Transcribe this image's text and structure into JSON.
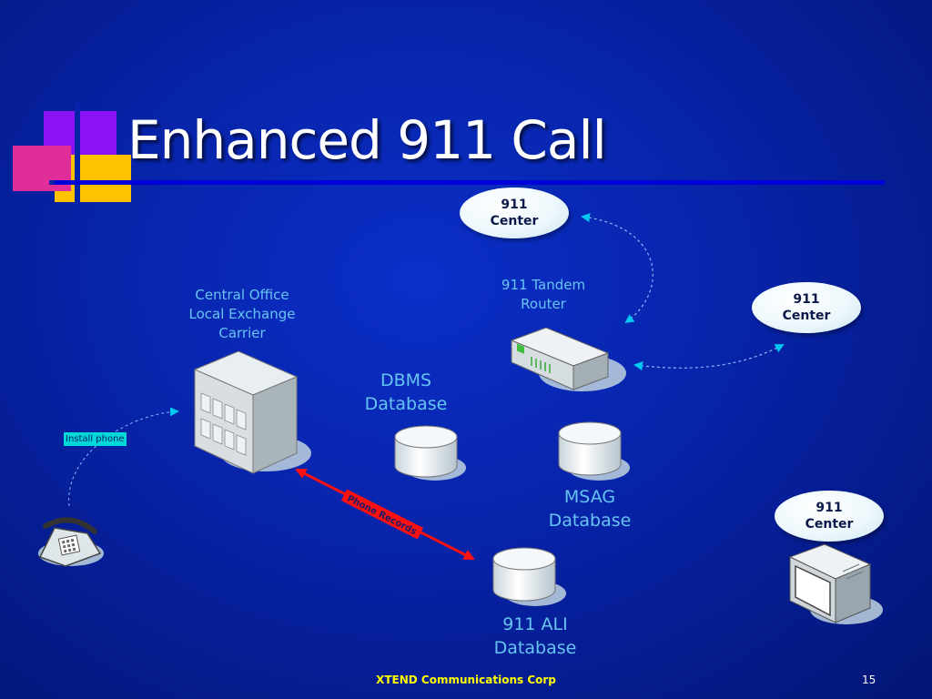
{
  "slide": {
    "title": "Enhanced 911 Call",
    "footer": "XTEND Communications Corp",
    "page_number": "15"
  },
  "diagram": {
    "centers": [
      {
        "line1": "911",
        "line2": "Center"
      },
      {
        "line1": "911",
        "line2": "Center"
      },
      {
        "line1": "911",
        "line2": "Center"
      }
    ],
    "tandem_router": [
      "911 Tandem",
      "Router"
    ],
    "central_office": [
      "Central Office",
      "Local Exchange",
      "Carrier"
    ],
    "dbms": [
      "DBMS",
      "Database"
    ],
    "msag": [
      "MSAG",
      "Database"
    ],
    "ali": [
      "911 ALI",
      "Database"
    ],
    "install_phone": "Install phone",
    "phone_records": "Phone Records"
  },
  "icons": [
    "phone-icon",
    "building-icon",
    "router-icon",
    "database-icon",
    "monitor-icon"
  ],
  "colors": {
    "title": "#ffffff",
    "label": "#67c4f0",
    "footer": "#ffff00",
    "phone_records_link": "#ff0000",
    "connector": "#00c8f0"
  }
}
